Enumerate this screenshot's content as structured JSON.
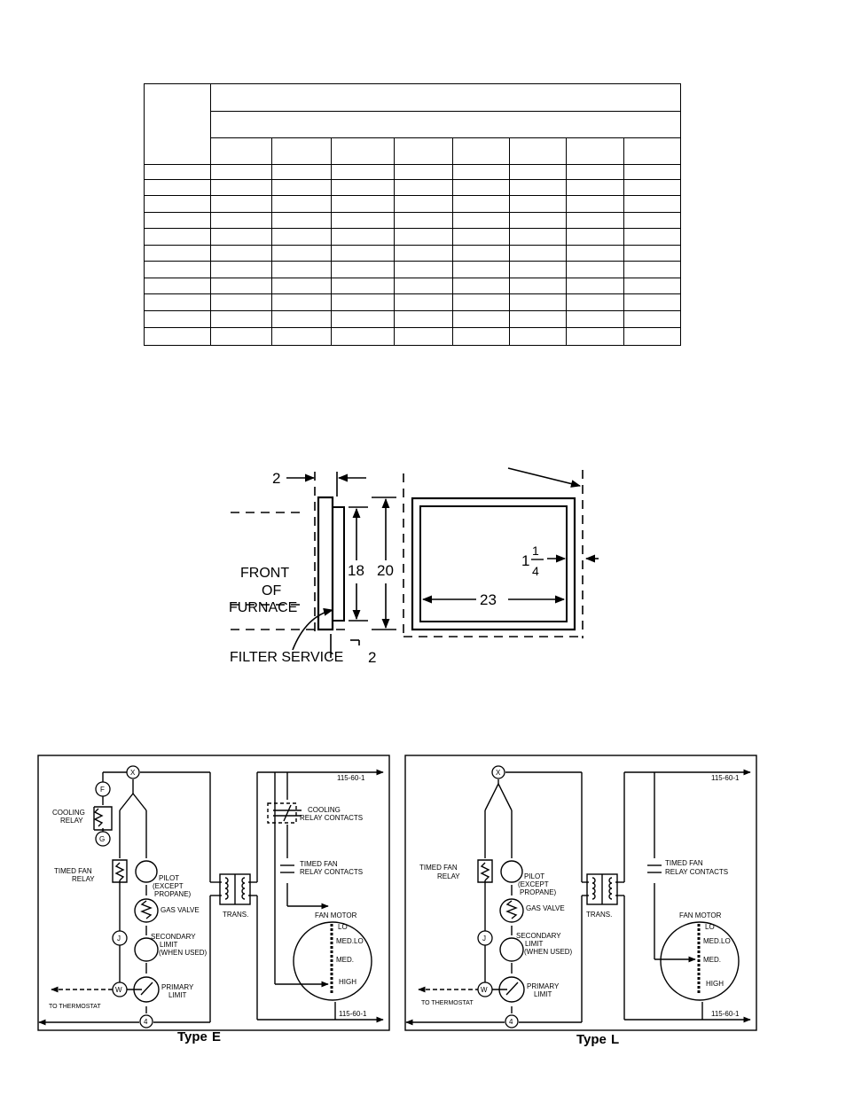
{
  "filter_diagram": {
    "dim_top": "2",
    "dim_bottom": "2",
    "dim_inner_height": "18",
    "dim_outer_height": "20",
    "dim_width": "23",
    "dim_side_whole": "1",
    "dim_side_num": "1",
    "dim_side_den": "4",
    "front_line1": "FRONT",
    "front_line2": "OF",
    "front_line3": "FURNACE",
    "filter_service": "FILTER SERVICE"
  },
  "diagram_e": {
    "type_prefix": "Type",
    "type_letter": "E",
    "supply_top": "115-60-1",
    "supply_bottom": "115-60-1",
    "cooling_relay_1": "COOLING",
    "cooling_relay_2": "RELAY",
    "cooling_contacts_1": "COOLING",
    "cooling_contacts_2": "RELAY CONTACTS",
    "timed_fan_relay_1": "TIMED FAN",
    "timed_fan_relay_2": "RELAY",
    "timed_fan_contacts_1": "TIMED FAN",
    "timed_fan_contacts_2": "RELAY CONTACTS",
    "pilot_1": "PILOT",
    "pilot_2": "(EXCEPT",
    "pilot_3": "PROPANE)",
    "gas_valve": "GAS VALVE",
    "secondary_1": "SECONDARY",
    "secondary_2": "LIMIT",
    "secondary_3": "(WHEN USED)",
    "primary_1": "PRIMARY",
    "primary_2": "LIMIT",
    "to_thermostat": "TO   THERMOSTAT",
    "trans": "TRANS.",
    "fan_motor": "FAN MOTOR",
    "lo": "LO",
    "med_lo": "MED.LO",
    "med": "MED.",
    "high": "HIGH",
    "node_x": "X",
    "node_f": "F",
    "node_g": "G",
    "node_j": "J",
    "node_w": "W",
    "node_4": "4"
  },
  "diagram_l": {
    "type_prefix": "Type",
    "type_letter": "L",
    "supply_top": "115-60-1",
    "supply_bottom": "115-60-1",
    "timed_fan_relay_1": "TIMED FAN",
    "timed_fan_relay_2": "RELAY",
    "timed_fan_contacts_1": "TIMED FAN",
    "timed_fan_contacts_2": "RELAY CONTACTS",
    "pilot_1": "PILOT",
    "pilot_2": "(EXCEPT",
    "pilot_3": "PROPANE)",
    "gas_valve": "GAS VALVE",
    "secondary_1": "SECONDARY",
    "secondary_2": "LIMIT",
    "secondary_3": "(WHEN USED)",
    "primary_1": "PRIMARY",
    "primary_2": "LIMIT",
    "to_thermostat": "TO   THERMOSTAT",
    "trans": "TRANS.",
    "fan_motor": "FAN MOTOR",
    "lo": "LO",
    "med_lo": "MED.LO",
    "med": "MED.",
    "high": "HIGH",
    "node_x": "X",
    "node_j": "J",
    "node_w": "W",
    "node_4": "4"
  }
}
